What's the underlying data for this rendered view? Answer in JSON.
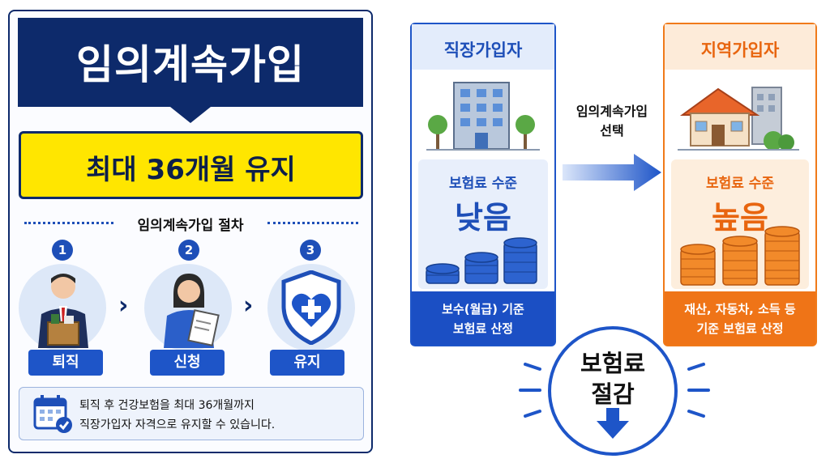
{
  "left": {
    "title": "임의계속가입",
    "highlight": "최대 36개월 유지",
    "procedure_title": "임의계속가입 절차",
    "steps": [
      {
        "number": "1",
        "label": "퇴직",
        "icon": "office-worker-with-box-icon"
      },
      {
        "number": "2",
        "label": "신청",
        "icon": "person-with-clipboard-icon"
      },
      {
        "number": "3",
        "label": "유지",
        "icon": "shield-heart-cross-icon"
      }
    ],
    "note_line1": "퇴직 후 건강보험을 최대 36개월까지",
    "note_line2": "직장가입자 자격으로 유지할 수 있습니다.",
    "note_icon": "calendar-check-icon"
  },
  "employee": {
    "title": "직장가입자",
    "level_label": "보험료 수준",
    "level_value": "낮음",
    "basis_line1": "보수(월급) 기준",
    "basis_line2": "보험료 산정",
    "icon": "office-building-icon"
  },
  "regional": {
    "title": "지역가입자",
    "level_label": "보험료 수준",
    "level_value": "높음",
    "basis_line1": "재산, 자동차, 소득 등",
    "basis_line2": "기준 보험료 산정",
    "icon": "house-icon"
  },
  "arrow": {
    "line1": "임의계속가입",
    "line2": "선택"
  },
  "saving": {
    "line1": "보험료",
    "line2": "절감"
  },
  "colors": {
    "navy": "#0d2a6b",
    "blue": "#1e55c8",
    "yellow": "#ffe600",
    "orange": "#ef7417"
  }
}
